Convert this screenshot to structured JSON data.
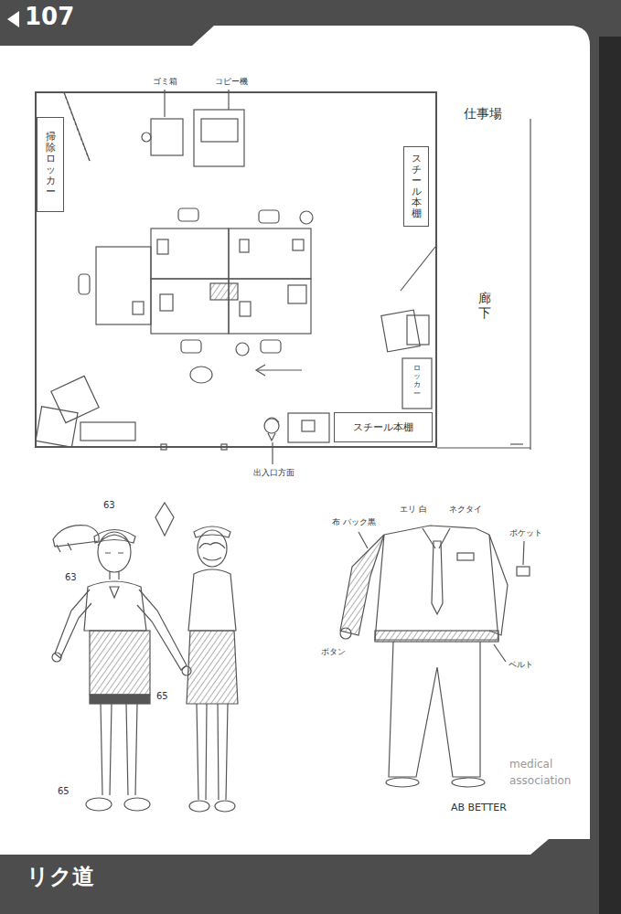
{
  "diagram": {
    "nodes": [
      {
        "text": [
          "仕事場"
        ]
      },
      {
        "text": [
          "掃除ロッカー"
        ],
        "in": 0
      },
      {
        "text": [
          "スチール本棚"
        ],
        "in": 0
      },
      {
        "text": [
          "スチール本棚"
        ],
        "in": 0
      }
    ],
    "labels": [
      "107",
      "ゴミ箱",
      "コピー機",
      "廊下",
      "ロッカー",
      "出入口方面",
      "63",
      "63",
      "65",
      "65",
      "布 バック黒",
      "エリ 白",
      "ネクタイ",
      "ポケット",
      "ボタン",
      "ベルト",
      "AB BETTER",
      "リク道",
      "medical",
      "association"
    ]
  }
}
